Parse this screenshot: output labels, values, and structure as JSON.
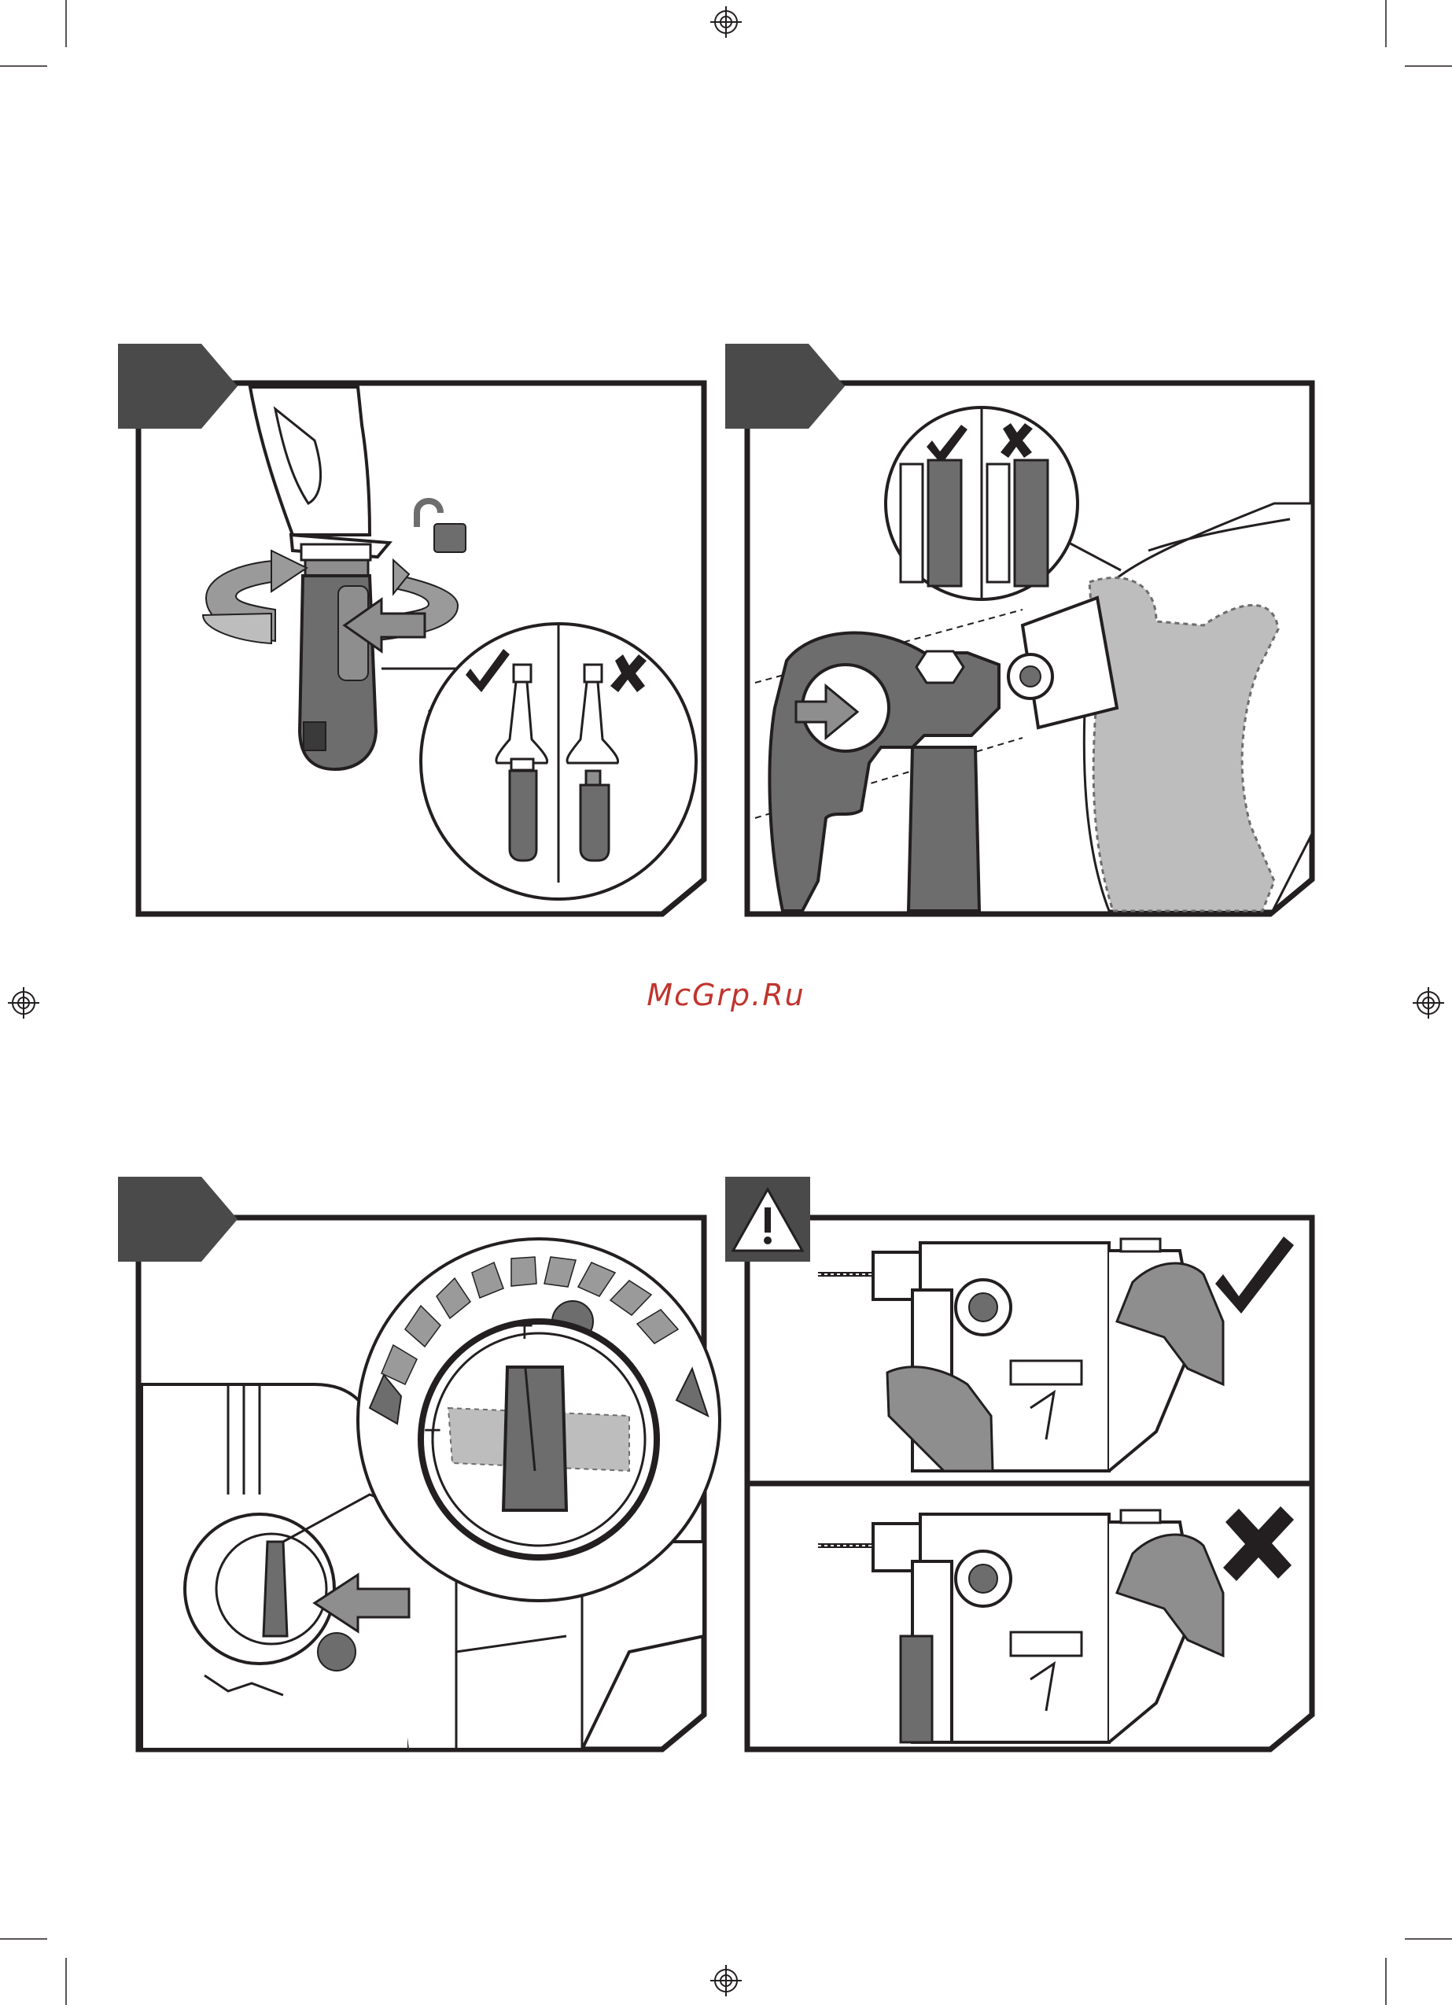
{
  "watermark": {
    "text": "McGrp.Ru",
    "color": "#c0352e"
  },
  "colors": {
    "frame": "#231f20",
    "tab": "#4a4a4a",
    "tool_dark": "#6d6d6d",
    "tool_mid": "#8e8e8e",
    "tool_light": "#bdbdbd"
  },
  "panels": [
    {
      "id": "panel-1",
      "icons": [
        "lock-open-icon",
        "rotate-arrow-icon",
        "check-icon",
        "cross-icon"
      ],
      "tab_text": ""
    },
    {
      "id": "panel-2",
      "icons": [
        "check-icon",
        "cross-icon",
        "push-arrow-icon"
      ],
      "tab_text": ""
    },
    {
      "id": "panel-3",
      "icons": [
        "mode-selector-icon",
        "push-arrow-icon"
      ],
      "tab_text": ""
    },
    {
      "id": "panel-4",
      "icons": [
        "warning-icon",
        "check-icon",
        "cross-icon"
      ],
      "tab_text": ""
    }
  ]
}
